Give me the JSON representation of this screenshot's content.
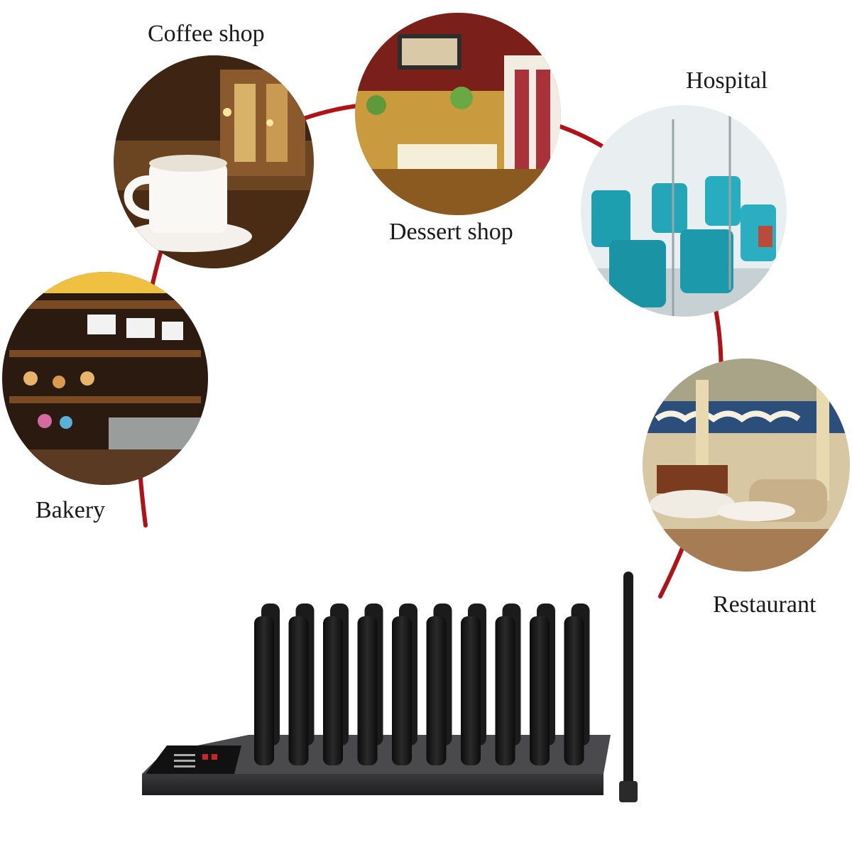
{
  "venues": [
    {
      "id": "coffee",
      "label": "Coffee shop"
    },
    {
      "id": "dessert",
      "label": "Dessert shop"
    },
    {
      "id": "hospital",
      "label": "Hospital"
    },
    {
      "id": "bakery",
      "label": "Bakery"
    },
    {
      "id": "restaurant",
      "label": "Restaurant"
    }
  ],
  "colors": {
    "arc": "#b01218",
    "base": "#2c2c2e",
    "pager": "#151515",
    "background": "#ffffff"
  },
  "product": {
    "pager_count": 10,
    "depicts": "wireless pager charging base with antenna"
  }
}
